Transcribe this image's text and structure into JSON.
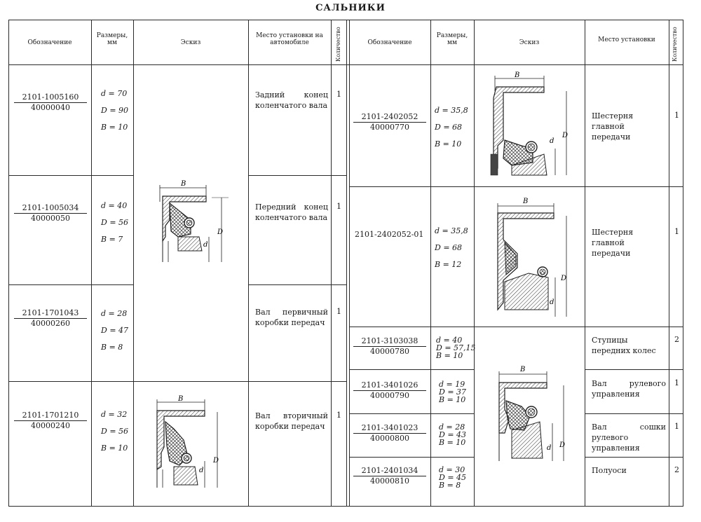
{
  "title": "САЛЬНИКИ",
  "headers": {
    "designation": "Обозначение",
    "sizes": "Размеры, мм",
    "sketch": "Эскиз",
    "place_left": "Место установки на автомобиле",
    "place_right": "Место установки",
    "qty": "Количество"
  },
  "sketch_labels": {
    "B": "B",
    "D": "D",
    "d": "d"
  },
  "left_rows": [
    {
      "code_top": "2101-1005160",
      "code_bottom": "40000040",
      "d": "d = 70",
      "D": "D = 90",
      "B": "B = 10",
      "place": "Задний конец коленчатого вала",
      "qty": "1"
    },
    {
      "code_top": "2101-1005034",
      "code_bottom": "40000050",
      "d": "d = 40",
      "D": "D = 56",
      "B": "B = 7",
      "place": "Передний конец коленчатого вала",
      "qty": "1"
    },
    {
      "code_top": "2101-1701043",
      "code_bottom": "40000260",
      "d": "d = 28",
      "D": "D = 47",
      "B": "B = 8",
      "place": "Вал первичный коробки передач",
      "qty": "1"
    },
    {
      "code_top": "2101-1701210",
      "code_bottom": "40000240",
      "d": "d = 32",
      "D": "D = 56",
      "B": "B = 10",
      "place": "Вал вторичный коробки передач",
      "qty": "1"
    }
  ],
  "right_rows": [
    {
      "code_top": "2101-2402052",
      "code_bottom": "40000770",
      "d": "d = 35,8",
      "D": "D = 68",
      "B": "B = 10",
      "place": "Шестерня главной передачи",
      "qty": "1"
    },
    {
      "code_single": "2101-2402052-01",
      "d": "d = 35,8",
      "D": "D = 68",
      "B": "B = 12",
      "place": "Шестерня главной передачи",
      "qty": "1"
    },
    {
      "code_top": "2101-3103038",
      "code_bottom": "40000780",
      "d": "d = 40",
      "D": "D = 57,15",
      "B": "B = 10",
      "place": "Ступицы передних колес",
      "qty": "2"
    },
    {
      "code_top": "2101-3401026",
      "code_bottom": "40000790",
      "d": "d = 19",
      "D": "D = 37",
      "B": "B = 10",
      "place": "Вал рулевого управления",
      "qty": "1"
    },
    {
      "code_top": "2101-3401023",
      "code_bottom": "40000800",
      "d": "d = 28",
      "D": "D = 43",
      "B": "B = 10",
      "place": "Вал сошки рулевого управления",
      "qty": "1"
    },
    {
      "code_top": "2101-2401034",
      "code_bottom": "40000810",
      "d": "d = 30",
      "D": "D = 45",
      "B": "B = 8",
      "place": "Полуоси",
      "qty": "2"
    }
  ]
}
